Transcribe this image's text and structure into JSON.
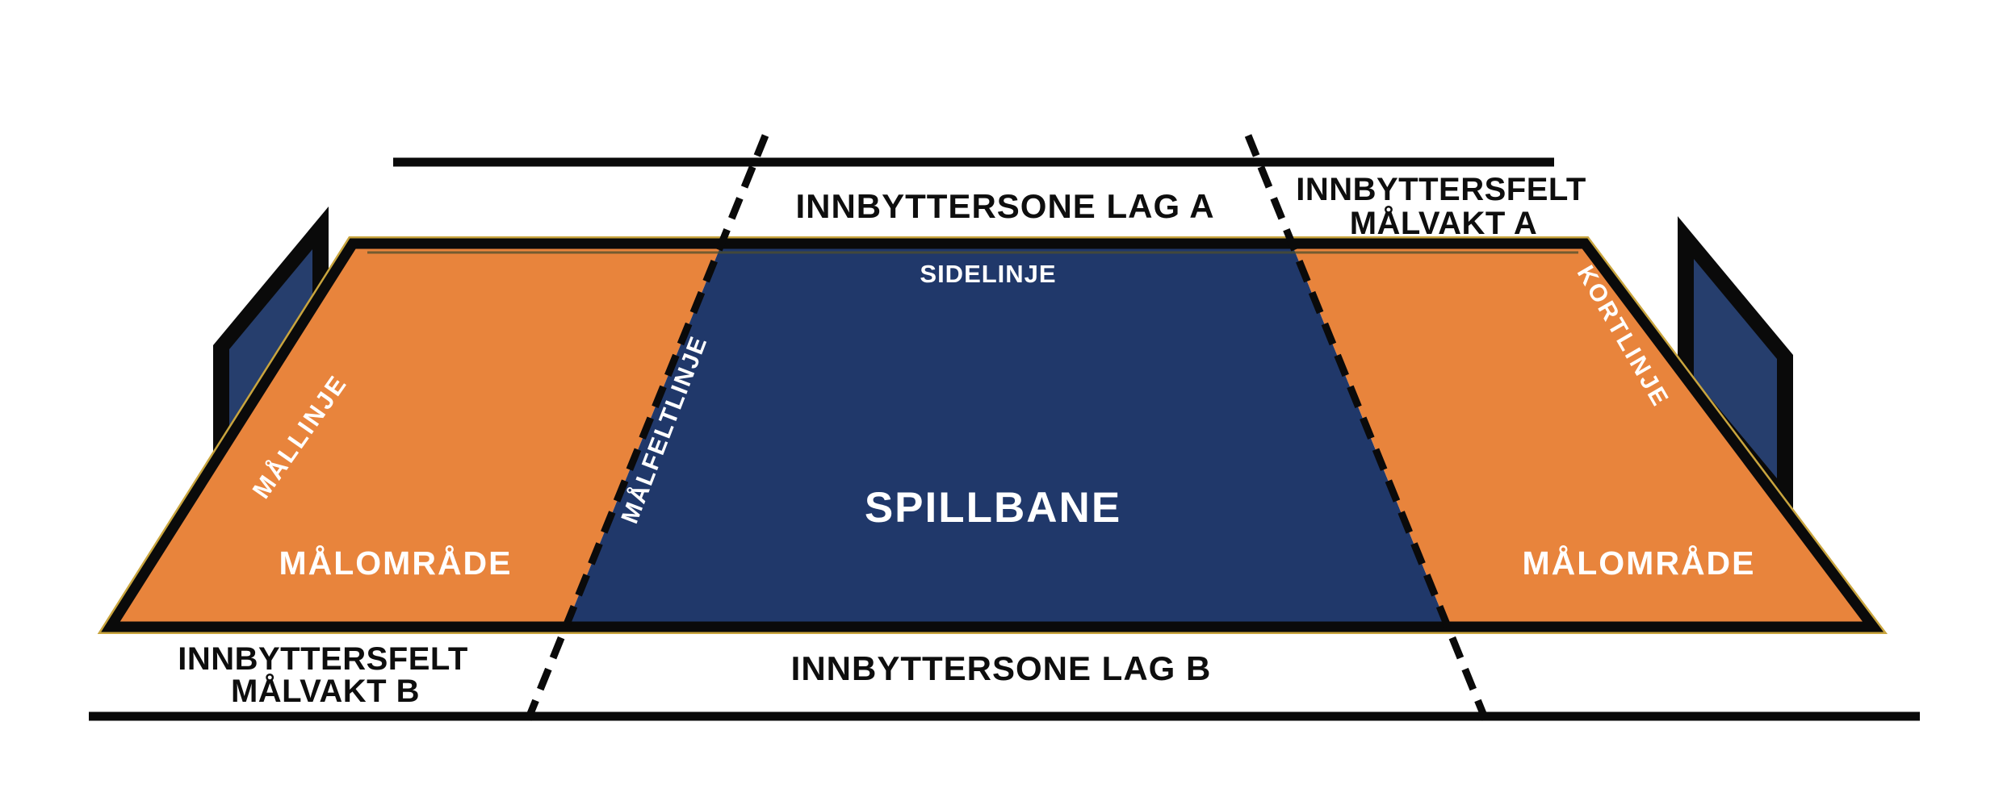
{
  "colors": {
    "background": "#ffffff",
    "navy": "#20386a",
    "goal_navy": "#263e6d",
    "orange": "#e8843c",
    "line_black": "#0a0a0a",
    "gold_edge": "#c9a53e",
    "olive_artifact": "#4e4e2c",
    "text_black": "#0e0e0e",
    "text_white": "#ffffff"
  },
  "labels": {
    "zone_top": "INNBYTTERSONE LAG A",
    "keeper_field_top_line1": "INNBYTTERSFELT",
    "keeper_field_top_line2": "MÅLVAKT A",
    "sideline": "SIDELINJE",
    "short_line": "KORTLINJE",
    "goal_line": "MÅLLINJE",
    "goal_field_line": "MÅLFELTLINJE",
    "playing_field": "SPILLBANE",
    "goal_area_left": "MÅLOMRÅDE",
    "goal_area_right": "MÅLOMRÅDE",
    "keeper_field_bottom_line1": "INNBYTTERSFELT",
    "keeper_field_bottom_line2": "MÅLVAKT B",
    "zone_bottom": "INNBYTTERSONE LAG B"
  }
}
